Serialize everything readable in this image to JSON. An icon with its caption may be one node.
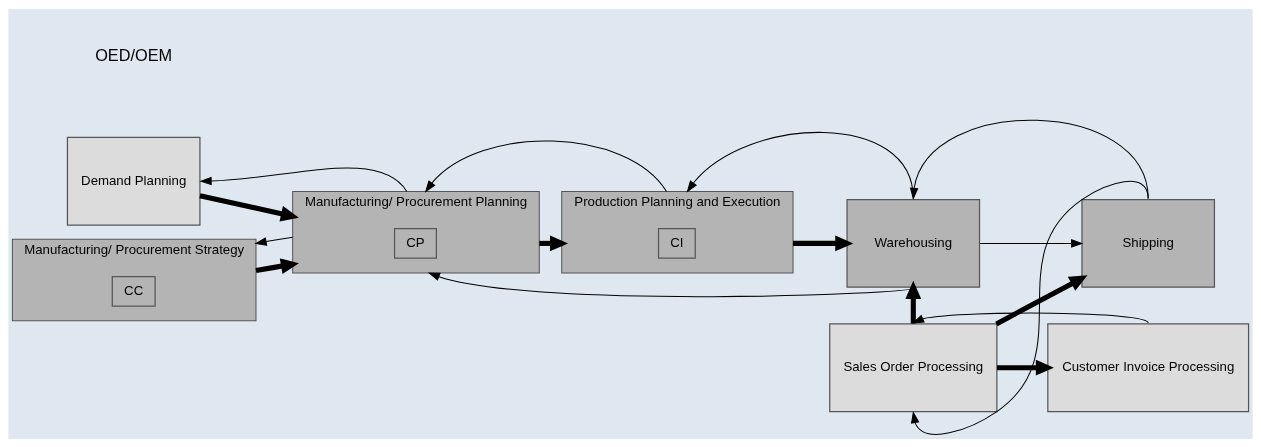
{
  "diagram": {
    "nodes": [
      {
        "text": [
          "Demand Planning"
        ]
      },
      {
        "text": [
          "Sales Order Processing"
        ]
      },
      {
        "text": [
          "Customer Invoice Processing"
        ]
      },
      {
        "text": [
          "Manufacturing/ Procurement Strategy"
        ]
      },
      {
        "text": [
          "CC"
        ],
        "in": 3
      },
      {
        "text": [
          "Manufacturing/ Procurement Planning"
        ]
      },
      {
        "text": [
          "CP"
        ],
        "in": 5
      },
      {
        "text": [
          "Production Planning and Execution"
        ]
      },
      {
        "text": [
          "CI"
        ],
        "in": 7
      },
      {
        "text": [
          "Warehousing"
        ]
      },
      {
        "text": [
          "Shipping"
        ]
      }
    ],
    "edges": [
      {
        "from": 0,
        "to": 5,
        "arrow": "to",
        "style": "thick"
      },
      {
        "from": 5,
        "to": 0,
        "arrow": "to"
      },
      {
        "from": 2,
        "to": 1,
        "arrow": "to"
      },
      {
        "from": 1,
        "to": 2,
        "arrow": "to",
        "style": "thick"
      },
      {
        "from": 1,
        "to": 9,
        "arrow": "to",
        "style": "thick"
      },
      {
        "from": 1,
        "to": 10,
        "arrow": "to",
        "style": "thick"
      },
      {
        "from": 10,
        "to": 1,
        "arrow": "to"
      },
      {
        "from": 3,
        "to": 5,
        "arrow": "to",
        "style": "thick"
      },
      {
        "from": 5,
        "to": 3,
        "arrow": "to"
      },
      {
        "from": 5,
        "to": 7,
        "arrow": "to",
        "style": "thick"
      },
      {
        "from": 9,
        "to": 5,
        "arrow": "to"
      },
      {
        "from": 7,
        "to": 5,
        "arrow": "to"
      },
      {
        "from": 7,
        "to": 9,
        "arrow": "to",
        "style": "thick"
      },
      {
        "from": 9,
        "to": 7,
        "arrow": "to"
      },
      {
        "from": 10,
        "to": 9,
        "arrow": "to"
      },
      {
        "from": 9,
        "to": 10,
        "arrow": "to"
      }
    ],
    "labels": [
      "OED/OEM"
    ]
  }
}
